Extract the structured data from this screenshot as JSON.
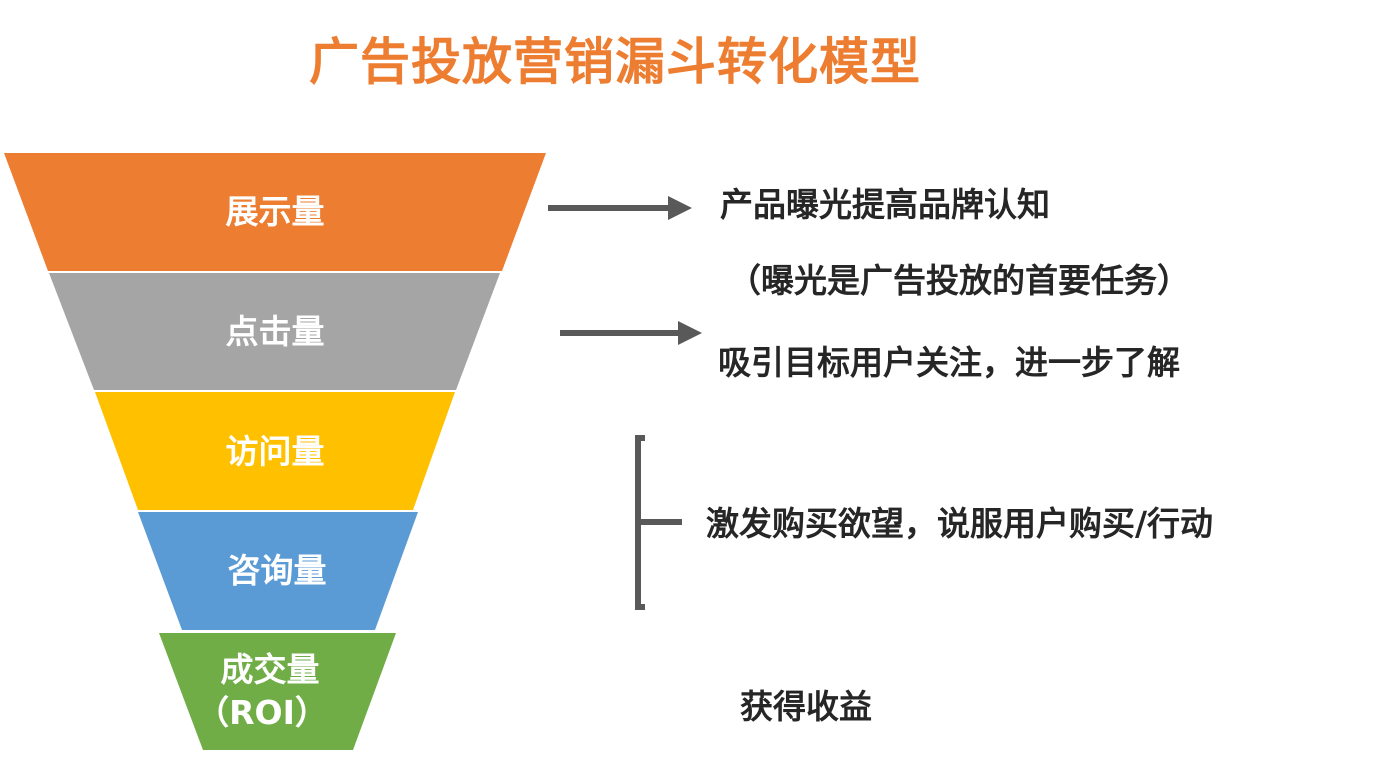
{
  "title": "广告投放营销漏斗转化模型",
  "funnel": [
    {
      "label": "展示量",
      "color": "#ED7D31"
    },
    {
      "label": "点击量",
      "color": "#A5A5A5"
    },
    {
      "label": "访问量",
      "color": "#FFC000"
    },
    {
      "label": "咨询量",
      "color": "#5B9BD5"
    },
    {
      "label": "成交量",
      "sublabel": "（ROI）",
      "color": "#70AD47"
    }
  ],
  "descriptions": {
    "exposure": "产品曝光提高品牌认知",
    "exposure_note": "（曝光是广告投放的首要任务）",
    "click": "吸引目标用户关注，进一步了解",
    "visit_consult": "激发购买欲望，说服用户购买/行动",
    "deal": "获得收益"
  },
  "connector_color": "#595959"
}
